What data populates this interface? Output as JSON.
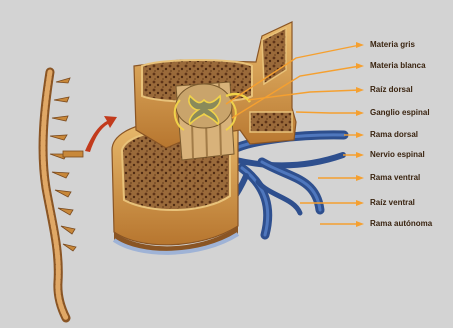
{
  "diagram": {
    "labels": [
      "Materia gris",
      "Materia blanca",
      "Raíz dorsal",
      "Ganglio espinal",
      "Rama dorsal",
      "Nervio espinal",
      "Rama ventral",
      "Raíz ventral",
      "Rama autónoma"
    ]
  },
  "colors": {
    "background": "#d3d3d3",
    "bone": "#c8883a",
    "bone_dark": "#8a5524",
    "cortex": "#e8c27a",
    "spongy": "#7a4a2a",
    "cord": "#d8b27a",
    "gray_matter": "#8a8a5a",
    "nerve": "#2e4f8e",
    "leader": "#f5a030",
    "label_text": "#3a2410",
    "arrow": "#c23a1c"
  }
}
